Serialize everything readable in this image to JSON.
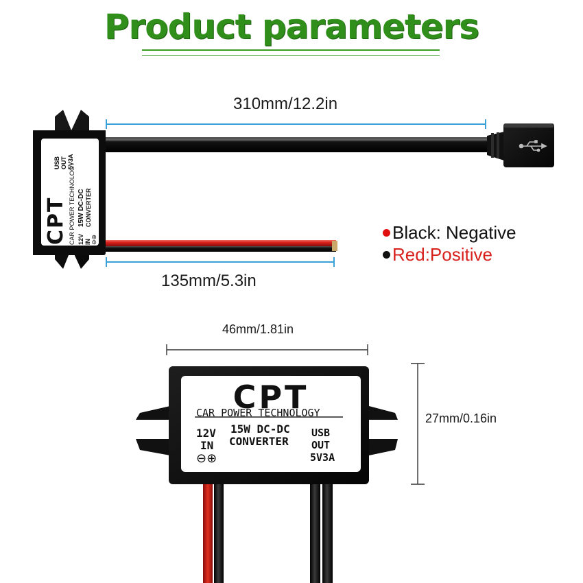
{
  "title": "Product parameters",
  "dimensions": {
    "cable_usb": "310mm/12.2in",
    "cable_power": "135mm/5.3in",
    "width": "46mm/1.81in",
    "height": "27mm/0.16in"
  },
  "legend": {
    "black": "Black: Negative",
    "red": "Red:Positive"
  },
  "label": {
    "brand": "CPT",
    "subtitle": "CAR POWER TECHNOLOGY",
    "input": "12V",
    "input_sub": "IN",
    "model": "15W DC-DC",
    "model_sub": "CONVERTER",
    "output": "USB",
    "output_sub": "OUT",
    "output_spec": "5V3A",
    "minus": "⊖",
    "plus": "⊕"
  },
  "colors": {
    "title": "#2f8f1a",
    "dimension_line": "#3aa0d8",
    "red_wire": "#d8201c",
    "black_wire": "#111111",
    "legend_red": "#d8201c",
    "legend_dot_red": "#e01010"
  }
}
